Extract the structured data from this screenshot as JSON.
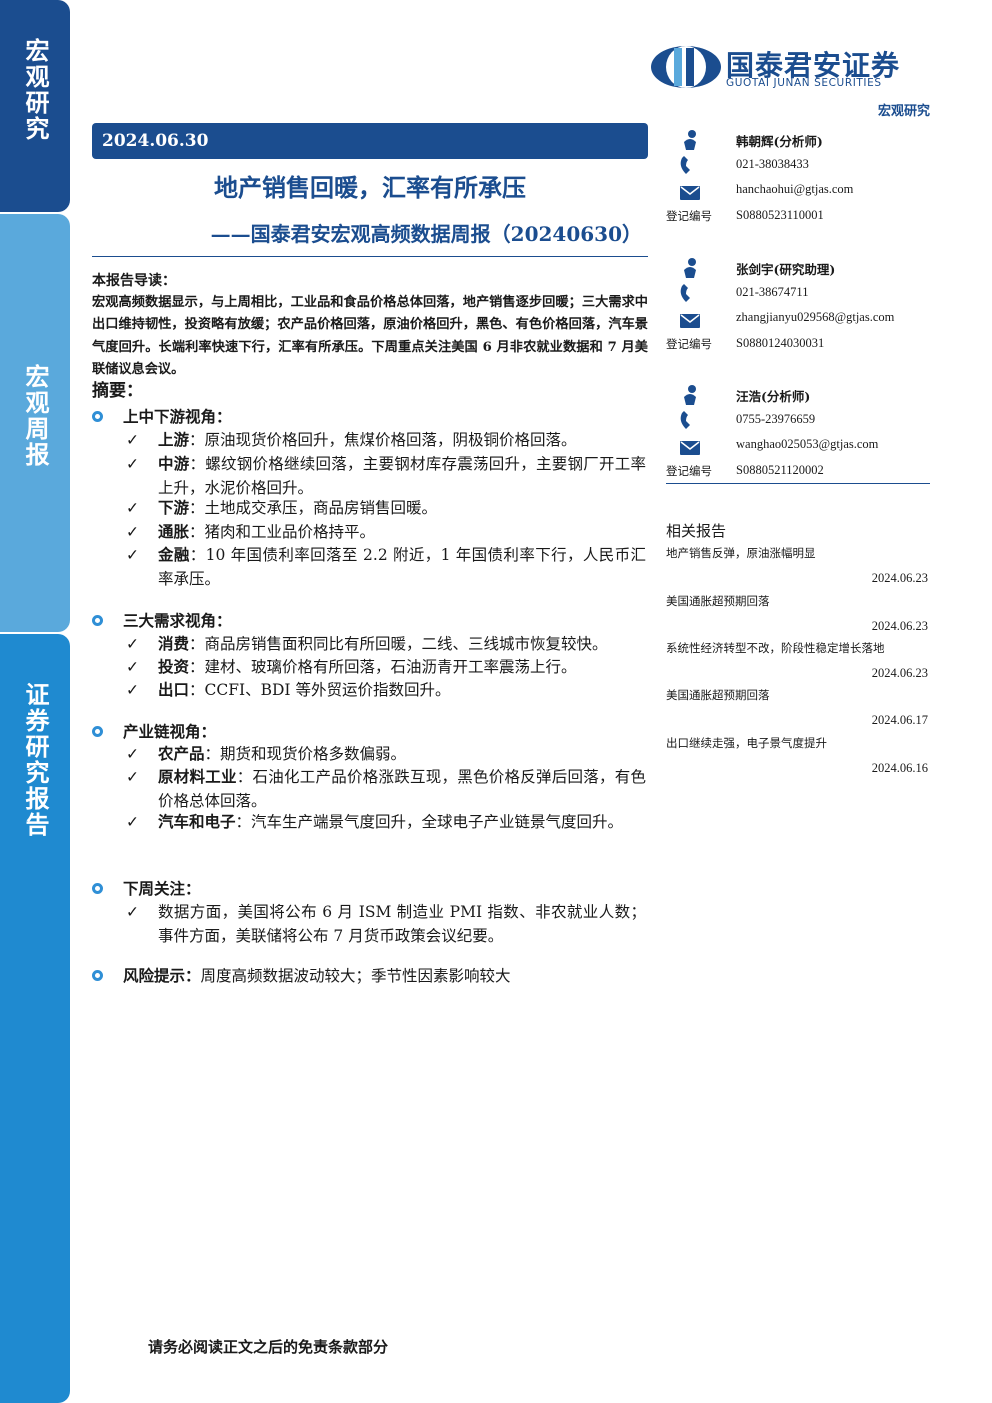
{
  "sidebar": {
    "tab1": "宏观研究",
    "tab2": "宏观周报",
    "tab3": "证券研究报告"
  },
  "header": {
    "logo_cn": "国泰君安证券",
    "logo_en": "GUOTAI JUNAN SECURITIES",
    "category": "宏观研究",
    "brand_color": "#1b4d8f",
    "accent_color": "#2f8fd6"
  },
  "report": {
    "date": "2024.06.30",
    "title": "地产销售回暖，汇率有所承压",
    "subtitle": "——国泰君安宏观高频数据周报（20240630）"
  },
  "guide": {
    "heading": "本报告导读：",
    "text": "宏观高频数据显示，与上周相比，工业品和食品价格总体回落，地产销售逐步回暖；三大需求中出口维持韧性，投资略有放缓；农产品价格回落，原油价格回升，黑色、有色价格回落，汽车景气度回升。长端利率快速下行，汇率有所承压。下周重点关注美国 6 月非农就业数据和 7 月美联储议息会议。"
  },
  "summary": {
    "heading": "摘要：",
    "check_icon": "check-mark",
    "bullet_icon": "ring-bullet",
    "sections": [
      {
        "heading": "上中下游视角：",
        "items": [
          {
            "label": "上游",
            "text": "：原油现货价格回升，焦煤价格回落，阴极铜价格回落。"
          },
          {
            "label": "中游",
            "text": "：螺纹钢价格继续回落，主要钢材库存震荡回升，主要钢厂开工率上升，水泥价格回升。"
          },
          {
            "label": "下游",
            "text": "：土地成交承压，商品房销售回暖。"
          },
          {
            "label": "通胀",
            "text": "：猪肉和工业品价格持平。"
          },
          {
            "label": "金融",
            "text": "：10 年国债利率回落至 2.2 附近，1 年国债利率下行，人民币汇率承压。"
          }
        ]
      },
      {
        "heading": "三大需求视角：",
        "items": [
          {
            "label": "消费",
            "text": "：商品房销售面积同比有所回暖，二线、三线城市恢复较快。"
          },
          {
            "label": "投资",
            "text": "：建材、玻璃价格有所回落，石油沥青开工率震荡上行。"
          },
          {
            "label": "出口",
            "text": "：CCFI、BDI 等外贸运价指数回升。"
          }
        ]
      },
      {
        "heading": "产业链视角：",
        "items": [
          {
            "label": "农产品",
            "text": "：期货和现货价格多数偏弱。"
          },
          {
            "label": "原材料工业",
            "text": "：石油化工产品价格涨跌互现，黑色价格反弹后回落，有色价格总体回落。"
          },
          {
            "label": "汽车和电子",
            "text": "：汽车生产端景气度回升，全球电子产业链景气度回升。"
          }
        ]
      },
      {
        "heading": "下周关注：",
        "items": [
          {
            "label": "",
            "text": "数据方面，美国将公布 6 月 ISM 制造业 PMI 指数、非农就业人数；事件方面，美联储将公布 7 月货币政策会议纪要。"
          }
        ]
      }
    ],
    "risk": {
      "label": "风险提示：",
      "text": "周度高频数据波动较大；季节性因素影响较大"
    }
  },
  "analysts": [
    {
      "name": "韩朝辉(分析师)",
      "phone": "021-38038433",
      "email": "hanchaohui@gtjas.com",
      "reg_label": "登记编号",
      "reg": "S0880523110001"
    },
    {
      "name": "张剑宇(研究助理)",
      "phone": "021-38674711",
      "email": "zhangjianyu029568@gtjas.com",
      "reg_label": "登记编号",
      "reg": "S0880124030031"
    },
    {
      "name": "汪浩(分析师)",
      "phone": "0755-23976659",
      "email": "wanghao025053@gtjas.com",
      "reg_label": "登记编号",
      "reg": "S0880521120002"
    }
  ],
  "related": {
    "heading": "相关报告",
    "items": [
      {
        "title": "地产销售反弹，原油涨幅明显",
        "date": "2024.06.23"
      },
      {
        "title": "美国通胀超预期回落",
        "date": "2024.06.23"
      },
      {
        "title": "系统性经济转型不改，阶段性稳定增长落地",
        "date": "2024.06.23"
      },
      {
        "title": "美国通胀超预期回落",
        "date": "2024.06.17"
      },
      {
        "title": "出口继续走强，电子景气度提升",
        "date": "2024.06.16"
      }
    ]
  },
  "footer": {
    "disclaimer": "请务必阅读正文之后的免责条款部分"
  }
}
